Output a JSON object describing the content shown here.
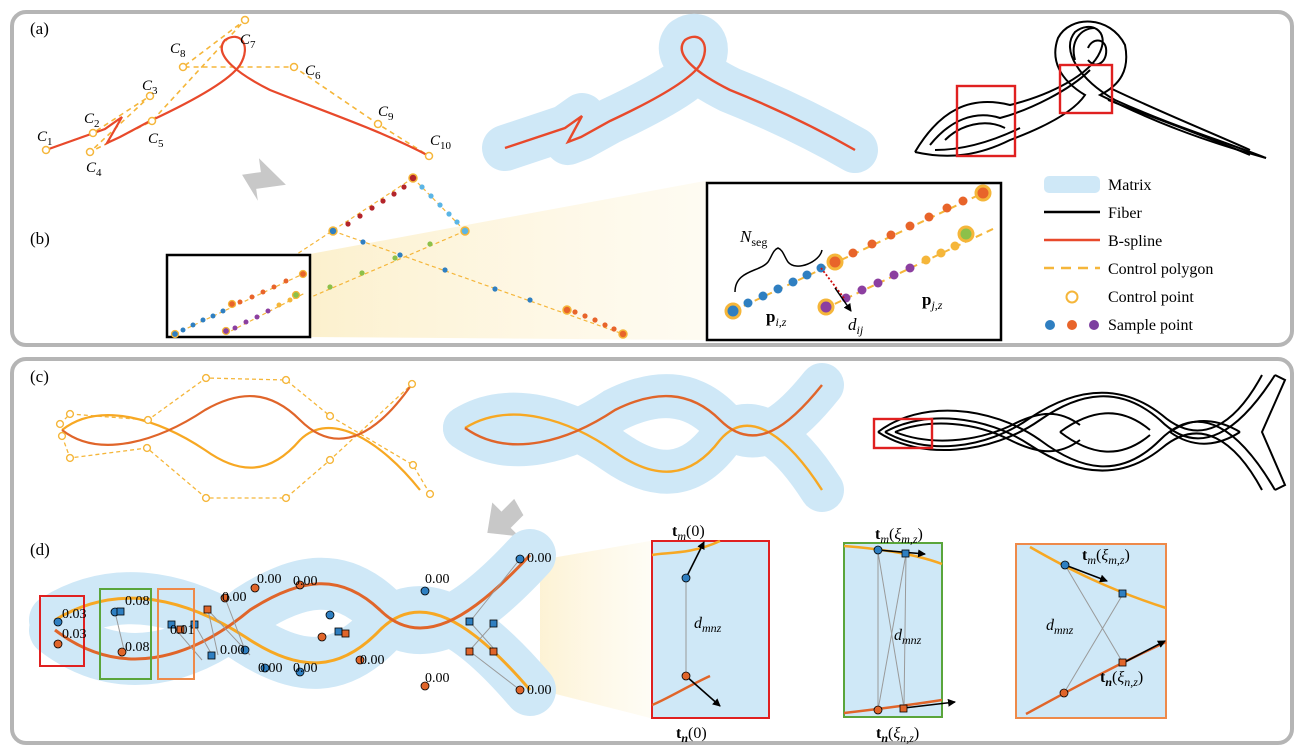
{
  "panel_labels": {
    "a": "(a)",
    "b": "(b)",
    "c": "(c)",
    "d": "(d)"
  },
  "control_labels": {
    "c1": "C",
    "c1s": "1",
    "c2": "C",
    "c2s": "2",
    "c3": "C",
    "c3s": "3",
    "c4": "C",
    "c4s": "4",
    "c5": "C",
    "c5s": "5",
    "c6": "C",
    "c6s": "6",
    "c7": "C",
    "c7s": "7",
    "c8": "C",
    "c8s": "8",
    "c9": "C",
    "c9s": "9",
    "c10": "C",
    "c10s": "10"
  },
  "legend": {
    "matrix": "Matrix",
    "fiber": "Fiber",
    "bspline": "B-spline",
    "control_polygon": "Control polygon",
    "control_point": "Control point",
    "sample_point": "Sample point"
  },
  "inset_b": {
    "nseg": "N",
    "nseg_sub": "seg",
    "pi": "p",
    "pi_sub": "i,z",
    "pj": "p",
    "pj_sub": "j,z",
    "dij": "d",
    "dij_sub": "ij"
  },
  "distance_values": {
    "d1": "0.03",
    "d2": "0.03",
    "d3": "0.08",
    "d4": "0.08",
    "d5": "0.01",
    "d6": "0.00",
    "d7": "0.00",
    "d8": "0.00",
    "d9": "0.00",
    "d10": "0.00",
    "d11": "0.00",
    "d12": "0.00",
    "d13": "0.00",
    "d14": "0.00"
  },
  "inset_d": {
    "tm0": "t",
    "tm0_sub": "m",
    "tm0_arg": "(0)",
    "tn0": "t",
    "tn0_sub": "n",
    "tn0_arg": "(0)",
    "dmnz": "d",
    "dmnz_sub": "mnz",
    "tm_xi": "t",
    "tm_xi_sub": "m",
    "tm_xi_arg_open": "(",
    "xi": "ξ",
    "xi_m_sub": "m,z",
    "arg_close": ")",
    "tn_xi": "t",
    "tn_xi_sub": "n",
    "xi_n_sub": "n,z"
  },
  "colors": {
    "matrix": "#cfe8f7",
    "bspline": "#e8492b",
    "control": "#f5b63a",
    "orange_curve": "#f7a823",
    "dark_curve": "#e0652a",
    "frame": "#b5b5b5",
    "blue_pt": "#2f7fc1",
    "orange_pt": "#e8642a",
    "purple_pt": "#7d3fa0",
    "box_red": "#e02020",
    "box_green": "#5aa53b",
    "box_orange": "#ee8a4a"
  }
}
